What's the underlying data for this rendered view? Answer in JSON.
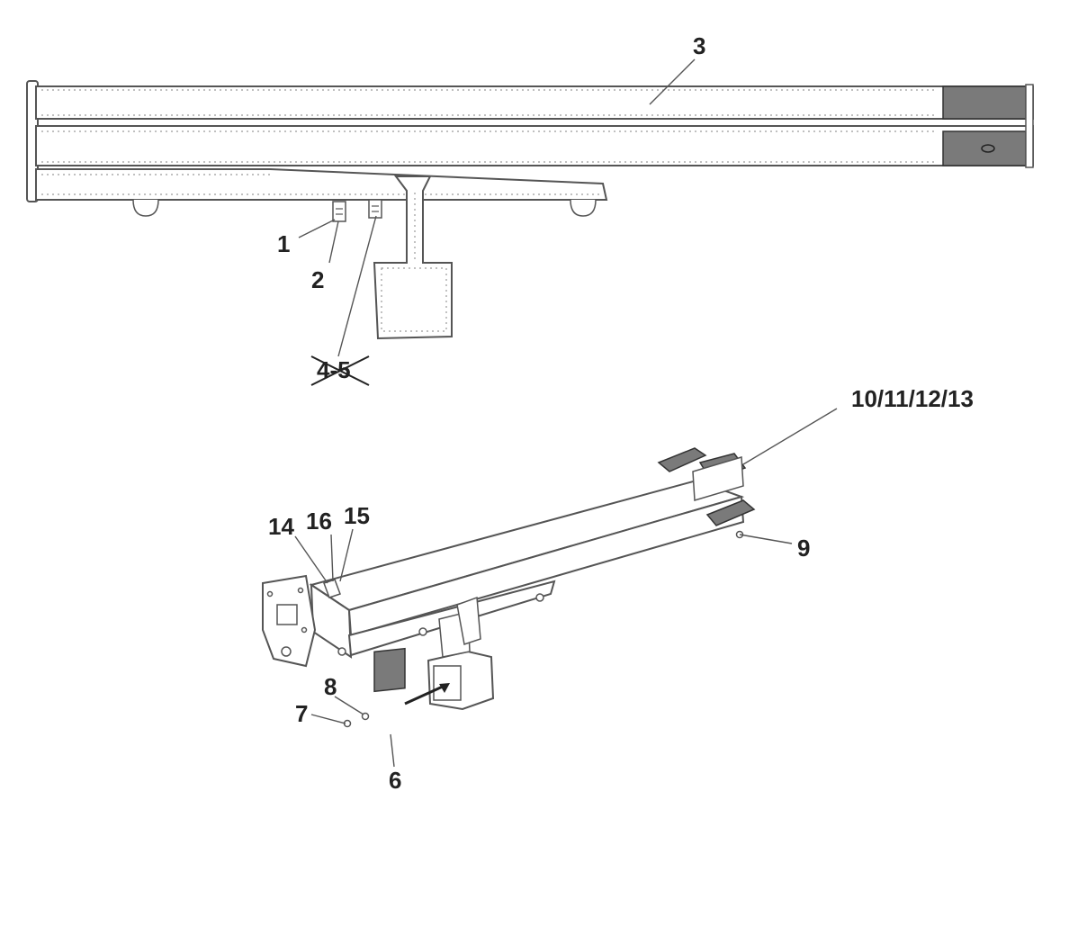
{
  "colors": {
    "stroke": "#555555",
    "plate": "#7a7a7a",
    "text": "#222222"
  },
  "callouts": {
    "c1": "1",
    "c2": "2",
    "c3": "3",
    "c45": "4-5",
    "c6": "6",
    "c7": "7",
    "c8": "8",
    "c9": "9",
    "c10_13": "10/11/12/13",
    "c14": "14",
    "c15": "15",
    "c16": "16"
  }
}
